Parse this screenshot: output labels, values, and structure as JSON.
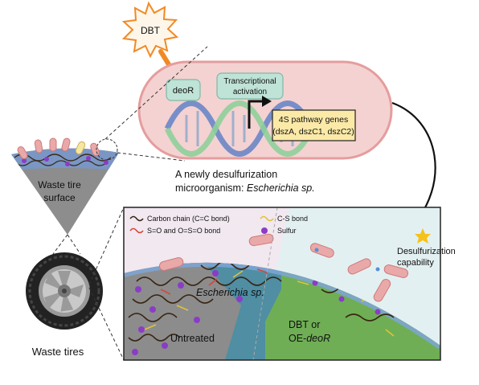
{
  "starburst": {
    "label": "DBT",
    "color": "#f08a24"
  },
  "cell": {
    "gene_box": "deoR",
    "activation_line1": "Transcriptional",
    "activation_line2": "activation",
    "pathway_line1": "4S pathway genes",
    "pathway_line2": "(dszA, dszC1, dszC2)",
    "caption_line1": "A newly desulfurization",
    "caption_line2_plain": "microorganism: ",
    "caption_line2_italic": "Escherichia sp."
  },
  "cone": {
    "label_line1": "Waste tire",
    "label_line2": "surface"
  },
  "tire": {
    "label": "Waste tires"
  },
  "legend": {
    "carbon_chain": "Carbon chain (C=C bond)",
    "cs_bond": "C-S bond",
    "so_bond": "S=O and O=S=O bond",
    "sulfur": "Sulfur"
  },
  "zones": {
    "untreated": "Untreated",
    "escherichia": "Escherichia sp.",
    "dbt_line1": "DBT or",
    "dbt_line2_plain": "OE-",
    "dbt_line2_italic": "deoR"
  },
  "capability": {
    "line1": "Desulfurization",
    "line2": "capability"
  },
  "colors": {
    "cell_fill": "#f4d2d2",
    "gene_fill": "#bfe3d6",
    "pathway_fill": "#fbe9a8",
    "zone_untreated": "#8c8c8c",
    "zone_escherichia": "#4f8ea3",
    "zone_treated": "#6fae55",
    "sulfur": "#8b3cc7"
  }
}
